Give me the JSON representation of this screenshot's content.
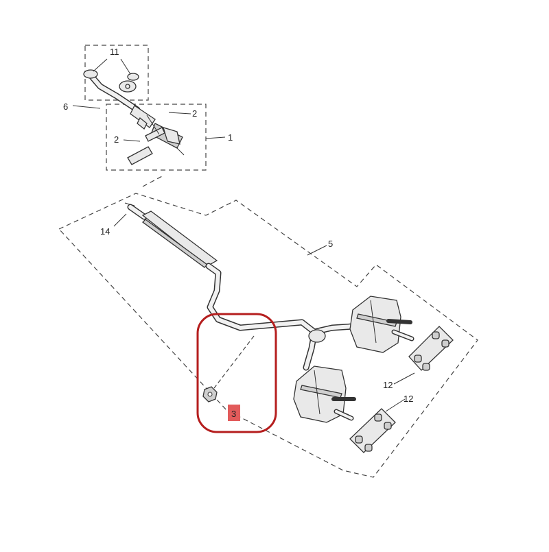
{
  "diagram": {
    "callouts": {
      "c1": "1",
      "c2a": "2",
      "c2b": "2",
      "c3": "3",
      "c5": "5",
      "c6": "6",
      "c11": "11",
      "c12a": "12",
      "c12b": "12",
      "c14": "14"
    },
    "highlight": {
      "color": "#b51e1e",
      "label_bg": "#e25b5b"
    }
  }
}
